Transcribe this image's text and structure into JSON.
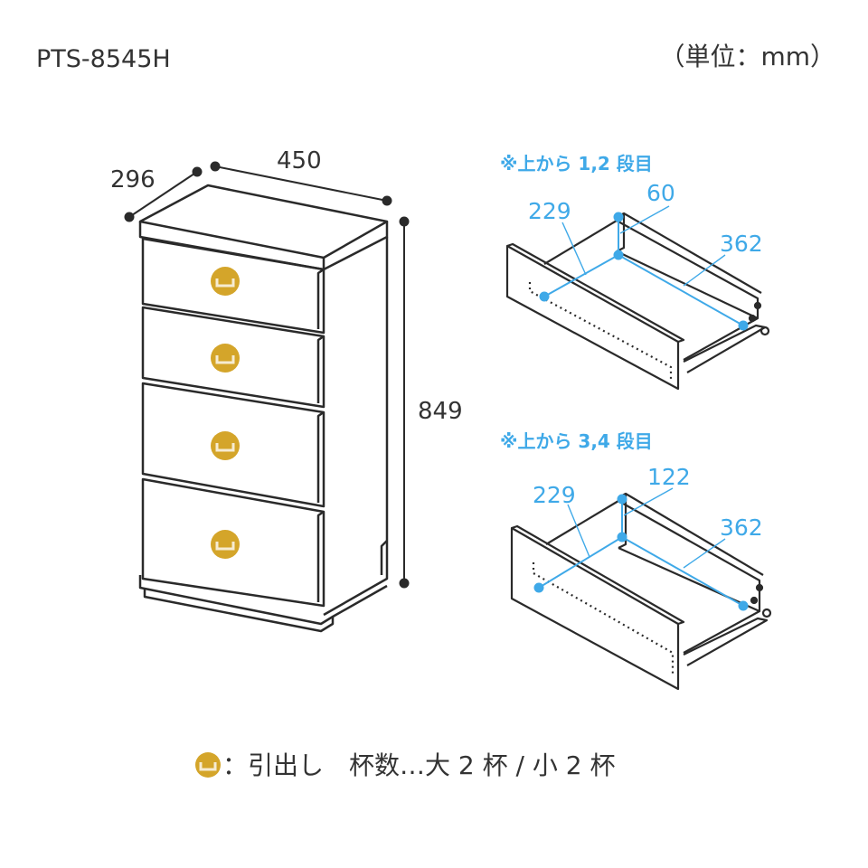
{
  "header": {
    "model": "PTS-8545H",
    "unit": "（単位：mm）"
  },
  "chest": {
    "width": "450",
    "depth": "296",
    "height": "849"
  },
  "drawer_top": {
    "caption": "※上から 1,2 段目",
    "width": "362",
    "depth": "229",
    "height": "60"
  },
  "drawer_bottom": {
    "caption": "※上から 3,4 段目",
    "width": "362",
    "depth": "229",
    "height": "122"
  },
  "legend": {
    "text": "：引出し　杯数…大 2 杯 / 小 2 杯"
  },
  "colors": {
    "line": "#2a2a2a",
    "dim_blue": "#3fa9e8",
    "handle_gold": "#d4a52a",
    "handle_inner": "#f3e6c6"
  }
}
